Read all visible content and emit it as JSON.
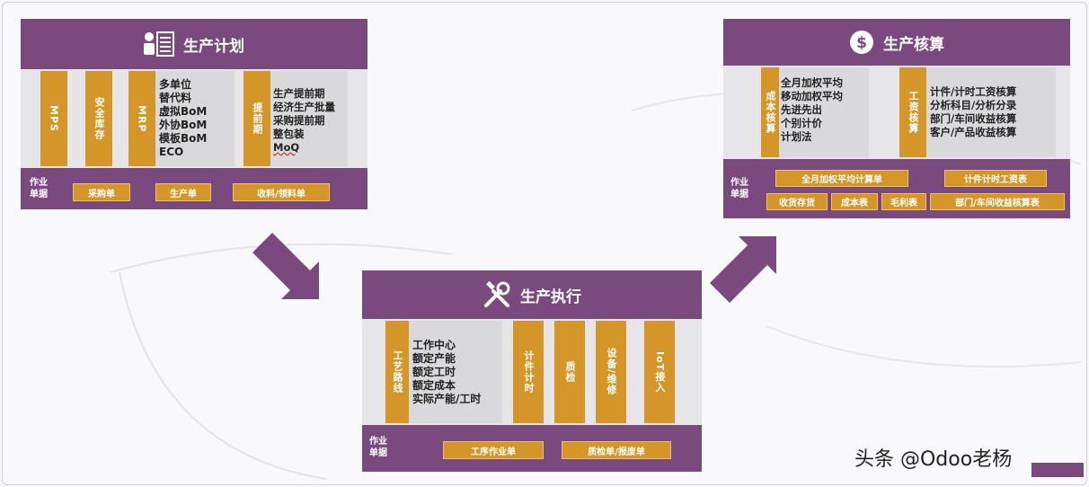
{
  "planning": {
    "title": "生产计划",
    "icon": "user-list-icon",
    "pillars": [
      "MPS",
      "安全库存",
      "MRP",
      "提前期"
    ],
    "list_a": [
      "多单位",
      "替代料",
      "虚拟BoM",
      "外协BoM",
      "模板BoM",
      "ECO"
    ],
    "list_b": [
      "生产提前期",
      "经济生产批量",
      "采购提前期",
      "整包装",
      "MoQ"
    ],
    "doc_label": "作业\n单据",
    "docs": [
      "采购单",
      "生产单",
      "收料/领料单"
    ]
  },
  "execution": {
    "title": "生产执行",
    "icon": "tools-icon",
    "pillars": [
      "工艺路线",
      "计件计时",
      "质检",
      "设备/维修",
      "IoT接入"
    ],
    "list": [
      "工作中心",
      "额定产能",
      "额定工时",
      "额定成本",
      "实际产能/工时"
    ],
    "doc_label": "作业\n单据",
    "docs": [
      "工序作业单",
      "质检单/报废单"
    ]
  },
  "accounting": {
    "title": "生产核算",
    "icon": "dollar-icon",
    "pillars": [
      "成本核算",
      "工资核算"
    ],
    "list_a": [
      "全月加权平均",
      "移动加权平均",
      "先进先出",
      "个别计价",
      "计划法"
    ],
    "list_b": [
      "计件/计时工资核算",
      "分析科目/分析分录",
      "部门/车间收益核算",
      "客户/产品收益核算"
    ],
    "doc_label": "作业\n单据",
    "docs_row1": [
      "全月加权平均计算单",
      "计件计时工资表"
    ],
    "docs_row2": [
      "收货存货",
      "成本表",
      "毛利表",
      "部门/车间收益核算表"
    ]
  },
  "watermark": {
    "text": "头条 @Odoo老杨"
  },
  "colors": {
    "purple": "#7a4a7e",
    "gold": "#d49628",
    "panel_gray": "#e6e6e8"
  }
}
